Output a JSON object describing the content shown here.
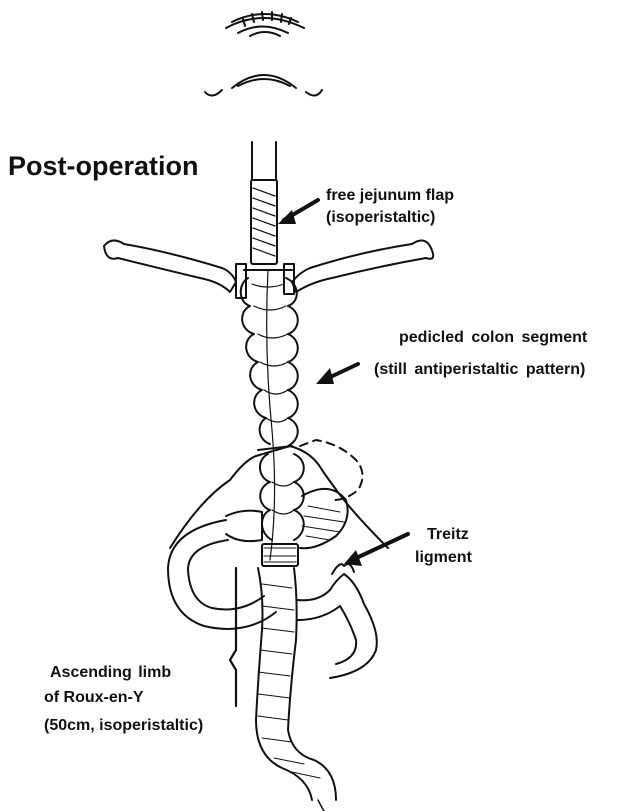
{
  "title": "Post-operation",
  "labels": {
    "flap_line1": "free jejunum flap",
    "flap_line2": "(isoperistaltic)",
    "colon_line1": "pedicled colon segment",
    "colon_line2": "(still antiperistaltic pattern)",
    "treitz_line1": "Treitz",
    "treitz_line2": "ligment",
    "roux_line1": "Ascending limb",
    "roux_line2": "of Roux-en-Y",
    "roux_line3": "(50cm, isoperistaltic)"
  },
  "colors": {
    "ink": "#111111",
    "background": "#ffffff"
  }
}
